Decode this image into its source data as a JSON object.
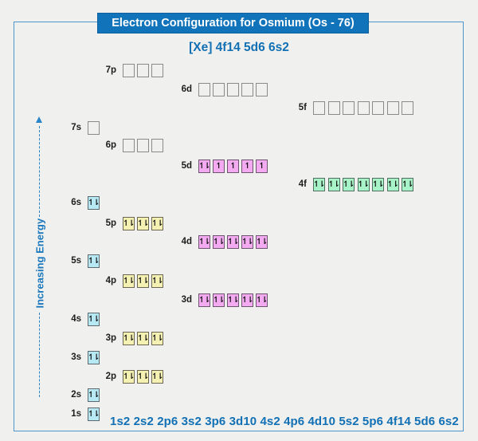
{
  "title": "Electron Configuration for Osmium (Os - 76)",
  "subtitle": "[Xe] 4f14 5d6 6s2",
  "energy_axis_label": "Increasing Energy",
  "config_line": "1s2 2s2 2p6 3s2 3p6 3d10 4s2 4p6 4d10 5s2 5p6 4f14 5d6 6s2",
  "glyphs": {
    "paired": "↿⇂",
    "single": "↿"
  },
  "colors": {
    "title_bg": "#1173b9",
    "accent_text": "#1270b4",
    "frame_border": "#4e94c9",
    "s_fill": "#b6e9f4",
    "p_fill": "#f5f1b2",
    "d_fill": "#f4aaf1",
    "f_fill": "#a7f2c6"
  },
  "orbitals": [
    {
      "name": "7p",
      "boxes": [
        "empty",
        "empty",
        "empty"
      ]
    },
    {
      "name": "6d",
      "boxes": [
        "empty",
        "empty",
        "empty",
        "empty",
        "empty"
      ]
    },
    {
      "name": "5f",
      "boxes": [
        "empty",
        "empty",
        "empty",
        "empty",
        "empty",
        "empty",
        "empty"
      ]
    },
    {
      "name": "7s",
      "boxes": [
        "empty"
      ]
    },
    {
      "name": "6p",
      "boxes": [
        "empty",
        "empty",
        "empty"
      ]
    },
    {
      "name": "5d",
      "boxes": [
        "paired",
        "single",
        "single",
        "single",
        "single"
      ]
    },
    {
      "name": "4f",
      "boxes": [
        "paired",
        "paired",
        "paired",
        "paired",
        "paired",
        "paired",
        "paired"
      ]
    },
    {
      "name": "6s",
      "boxes": [
        "paired"
      ]
    },
    {
      "name": "5p",
      "boxes": [
        "paired",
        "paired",
        "paired"
      ]
    },
    {
      "name": "4d",
      "boxes": [
        "paired",
        "paired",
        "paired",
        "paired",
        "paired"
      ]
    },
    {
      "name": "5s",
      "boxes": [
        "paired"
      ]
    },
    {
      "name": "4p",
      "boxes": [
        "paired",
        "paired",
        "paired"
      ]
    },
    {
      "name": "3d",
      "boxes": [
        "paired",
        "paired",
        "paired",
        "paired",
        "paired"
      ]
    },
    {
      "name": "4s",
      "boxes": [
        "paired"
      ]
    },
    {
      "name": "3p",
      "boxes": [
        "paired",
        "paired",
        "paired"
      ]
    },
    {
      "name": "3s",
      "boxes": [
        "paired"
      ]
    },
    {
      "name": "2p",
      "boxes": [
        "paired",
        "paired",
        "paired"
      ]
    },
    {
      "name": "2s",
      "boxes": [
        "paired"
      ]
    },
    {
      "name": "1s",
      "boxes": [
        "paired"
      ]
    }
  ]
}
